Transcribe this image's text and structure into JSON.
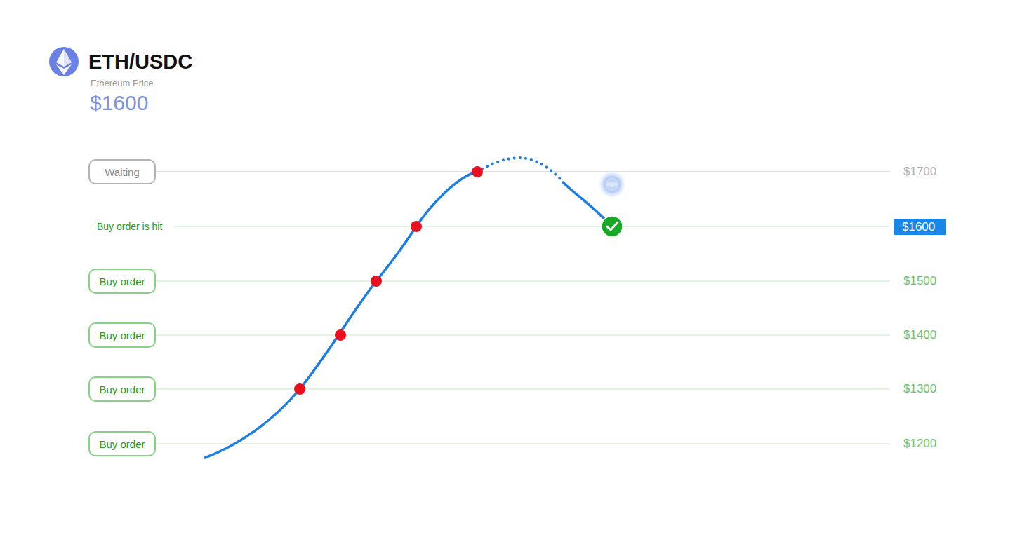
{
  "diagram": {
    "title": "ETH/USDC",
    "nodes": [
      {
        "text": [
          "Waiting"
        ]
      },
      {
        "text": [
          "$1600"
        ]
      },
      {
        "text": [
          "Buy order"
        ]
      },
      {
        "text": [
          "Buy order"
        ]
      },
      {
        "text": [
          "Buy order"
        ]
      },
      {
        "text": [
          "Buy order"
        ]
      }
    ],
    "labels": [
      "Ethereum Price",
      "$1600",
      "Buy order is hit",
      "$1700",
      "$1500",
      "$1400",
      "$1300",
      "$1200"
    ]
  }
}
